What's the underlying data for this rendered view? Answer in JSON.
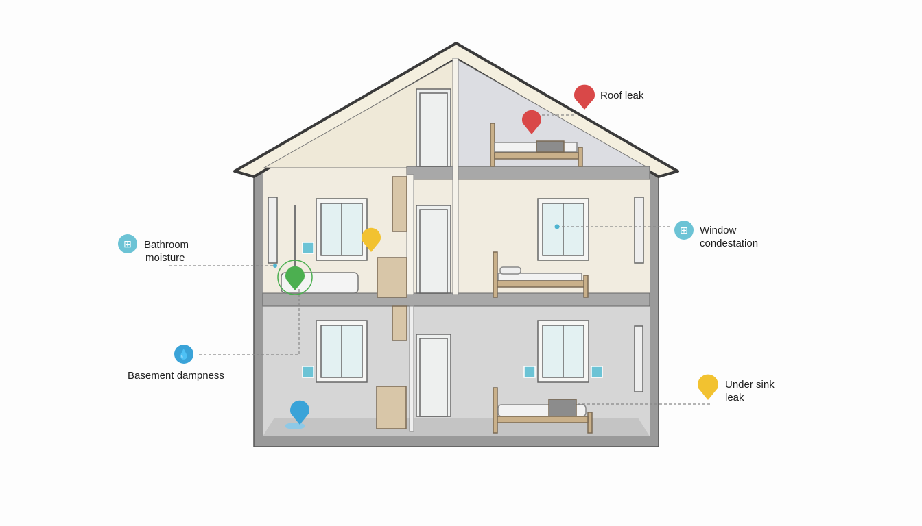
{
  "title": "Home moisture problem areas",
  "colors": {
    "roof_leak": "#d94848",
    "window": "#6cc3d5",
    "bath": "#4caf50",
    "damp": "#3aa3d8",
    "sink": "#f2c230"
  },
  "callouts": [
    {
      "id": "roof-leak",
      "line1": "Roof leak",
      "line2": "",
      "icon": "rain-cloud-icon"
    },
    {
      "id": "window-condensation",
      "line1": "Window",
      "line2": "condestation",
      "icon": "window-icon"
    },
    {
      "id": "bathroom-moisture",
      "line1": "Bathroom",
      "line2": "moisture",
      "icon": "window-icon"
    },
    {
      "id": "basement-dampness",
      "line1": "Basement dampness",
      "line2": "",
      "icon": "water-drop-icon"
    },
    {
      "id": "under-sink-leak",
      "line1": "Under sink",
      "line2": "leak",
      "icon": "faucet-icon"
    }
  ]
}
